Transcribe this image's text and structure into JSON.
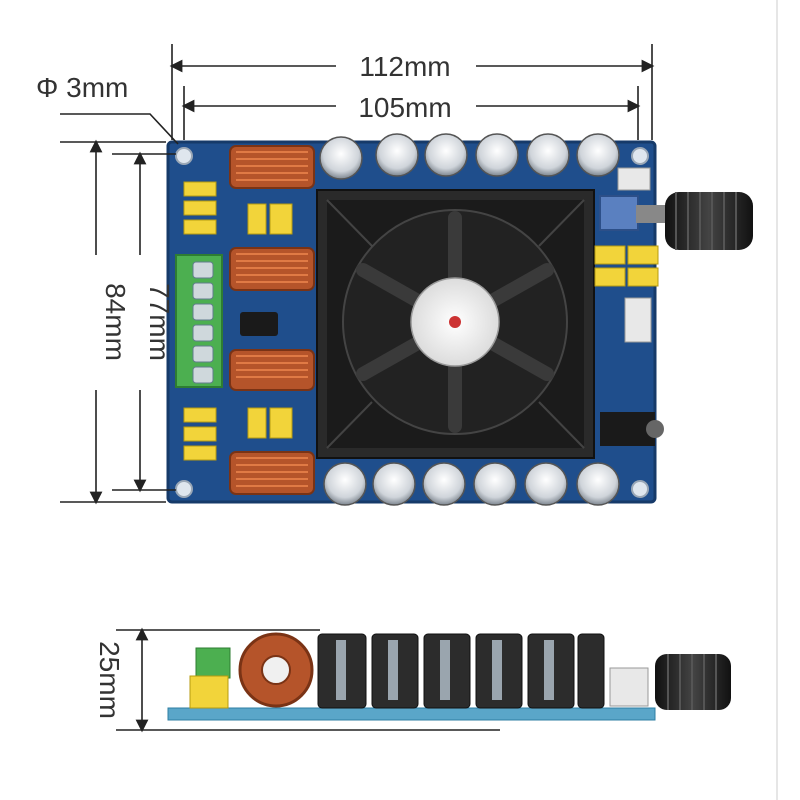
{
  "dimensions": {
    "hole_diameter": "Φ 3mm",
    "outer_width": "112mm",
    "inner_width": "105mm",
    "outer_height": "84mm",
    "inner_height": "77mm",
    "side_height": "25mm"
  },
  "colors": {
    "pcb": "#1f4e8c",
    "pcb_edge": "#163a69",
    "heatsink": "#2a2a2a",
    "capacitor": "#d9dde2",
    "inductor": "#b5542a",
    "terminal": "#4caf50",
    "cap_yellow": "#f2d43a",
    "dim_line": "#222222"
  },
  "icons": [
    "fan-icon",
    "knob-icon",
    "capacitor-icon",
    "inductor-icon",
    "terminal-block-icon"
  ]
}
